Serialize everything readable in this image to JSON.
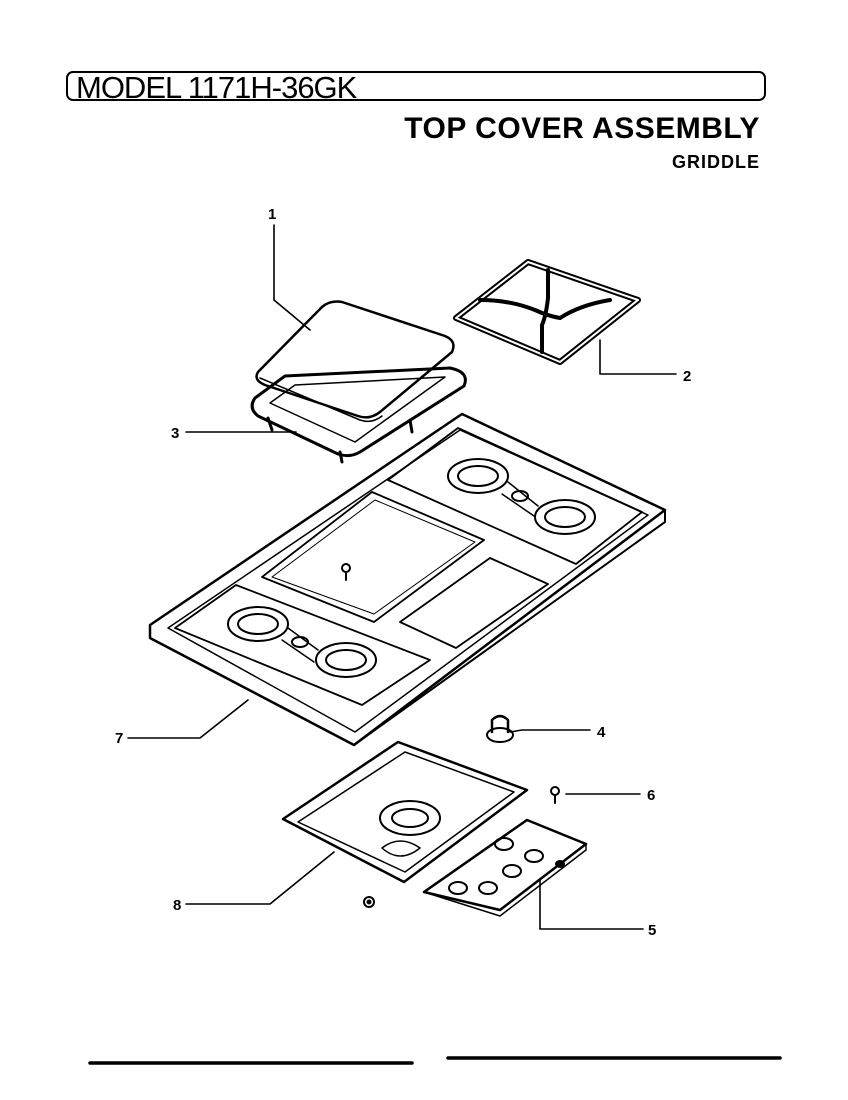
{
  "header": {
    "model": "MODEL 1171H-36GK",
    "title": "TOP COVER ASSEMBLY",
    "subtitle": "GRIDDLE"
  },
  "callouts": {
    "c1": "1",
    "c2": "2",
    "c3": "3",
    "c4": "4",
    "c5": "5",
    "c6": "6",
    "c7": "7",
    "c8": "8"
  }
}
